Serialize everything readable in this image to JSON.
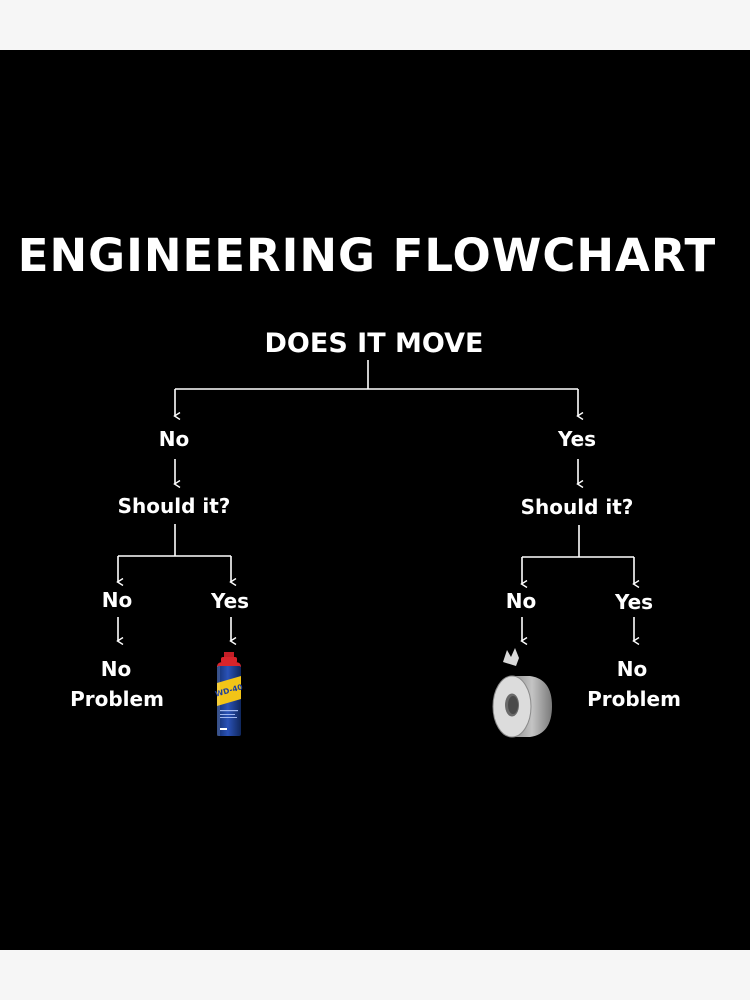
{
  "title": "ENGINEERING FLOWCHART",
  "question": "DOES IT MOVE",
  "left_branch": {
    "answer": "No",
    "question": "Should it?",
    "no_label": "No",
    "yes_label": "Yes",
    "no_result_line1": "No",
    "no_result_line2": "Problem",
    "yes_result_icon": "wd40-can-icon",
    "can_brand": "WD-40"
  },
  "right_branch": {
    "answer": "Yes",
    "question": "Should it?",
    "no_label": "No",
    "yes_label": "Yes",
    "no_result_icon": "duct-tape-icon",
    "yes_result_line1": "No",
    "yes_result_line2": "Problem"
  },
  "colors": {
    "background": "#000000",
    "text": "#ffffff",
    "page_margin": "#f6f6f6",
    "can_blue": "#1e3f9c",
    "can_yellow": "#f2c417",
    "can_red": "#d8242b",
    "tape_gray": "#a9a9a9"
  }
}
